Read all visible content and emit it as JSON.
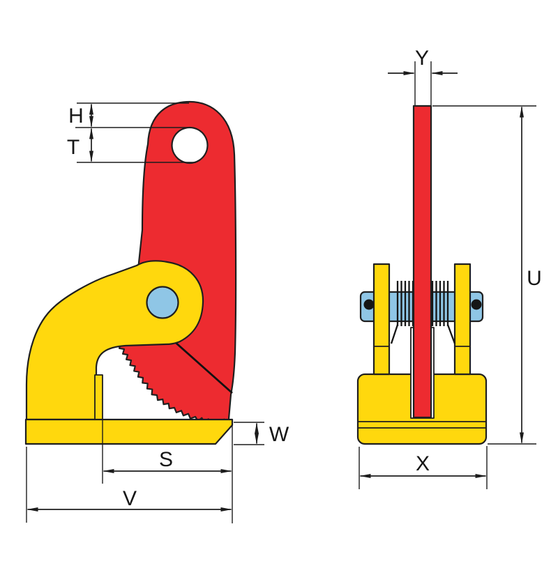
{
  "drawing": {
    "type": "technical-dimension-drawing",
    "subject": "horizontal plate lifting clamp, side view and front view"
  },
  "colors": {
    "red": "#ED2B30",
    "yellow": "#FFD80D",
    "blue": "#8FC6E6",
    "outline": "#1F1F1F",
    "dim": "#1C1C1C",
    "pin_dot": "#161616",
    "background": "#FFFFFF"
  },
  "dimensions": {
    "h": {
      "label": "H"
    },
    "t": {
      "label": "T"
    },
    "s": {
      "label": "S"
    },
    "v": {
      "label": "V"
    },
    "w": {
      "label": "W"
    },
    "y": {
      "label": "Y"
    },
    "u": {
      "label": "U"
    },
    "x": {
      "label": "X"
    }
  }
}
